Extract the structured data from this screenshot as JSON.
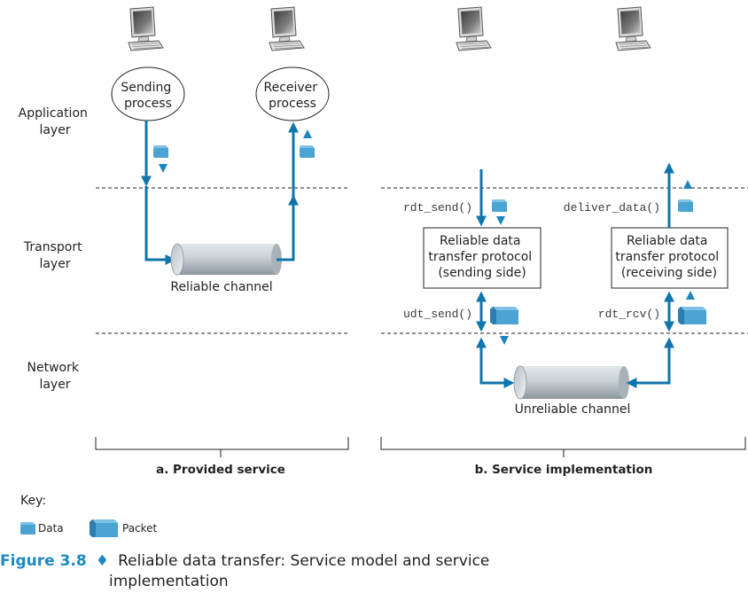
{
  "layers": {
    "application": [
      "Application",
      "layer"
    ],
    "transport": [
      "Transport",
      "layer"
    ],
    "network": [
      "Network",
      "layer"
    ]
  },
  "panel_a": {
    "sending_process": [
      "Sending",
      "process"
    ],
    "receiver_process": [
      "Receiver",
      "process"
    ],
    "channel_label": "Reliable channel",
    "caption": "a. Provided service"
  },
  "panel_b": {
    "rdt_send": "rdt_send()",
    "deliver_data": "deliver_data()",
    "udt_send": "udt_send()",
    "rdt_rcv": "rdt_rcv()",
    "sender_box": [
      "Reliable data",
      "transfer protocol",
      "(sending side)"
    ],
    "receiver_box": [
      "Reliable data",
      "transfer protocol",
      "(receiving side)"
    ],
    "channel_label": "Unreliable channel",
    "caption": "b. Service implementation"
  },
  "key": {
    "title": "Key:",
    "data_label": "Data",
    "packet_label": "Packet"
  },
  "figure": {
    "number": "Figure 3.8",
    "separator": "♦",
    "caption_line1": "Reliable data transfer: Service model and service",
    "caption_line2": "implementation"
  },
  "colors": {
    "arrow": "#0f75ad",
    "packet": "#4aa3d3",
    "caption_accent": "#1b8ac2"
  }
}
